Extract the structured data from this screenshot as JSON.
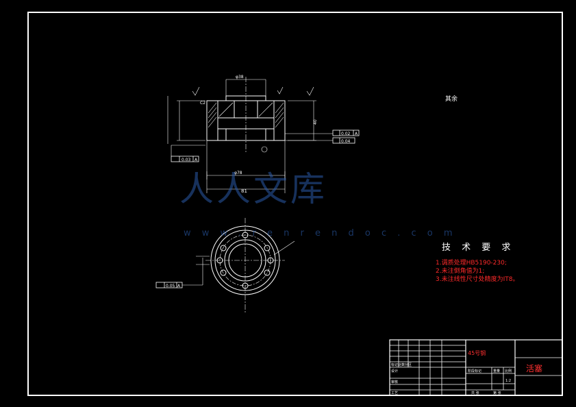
{
  "watermark": {
    "text": "人人文库",
    "url": "w w w . r e n r e n d o c . c o m"
  },
  "surface_note": {
    "text": "其余"
  },
  "requirements": {
    "title": "技 术 要 求",
    "items": [
      "1.调质处理HB5190-230;",
      "2.未注倒角值为1;",
      "3.未注线性尺寸处精度为IT8。"
    ]
  },
  "title_block": {
    "material": "45号钢",
    "part_name": "活塞",
    "headers": [
      "阶段标记",
      "重量",
      "比例"
    ],
    "scale": "1:2",
    "bottom_labels": [
      "共 张",
      "第 张"
    ],
    "left_rows": [
      "标记处数分区",
      "设计",
      "审核",
      "工艺"
    ]
  },
  "annotations": {
    "tol_a": "0.03",
    "tol_b": "0.05",
    "tol_c": "0.02",
    "tol_d": "0.04",
    "datum": "A",
    "dim_length": "81",
    "dim_top": "φ38",
    "dim_outer": "φ78",
    "dim_height": "40",
    "dim_chamfer": "C2"
  },
  "colors": {
    "background": "#000000",
    "lines": "#ffffff",
    "highlight": "#ff2a2a",
    "watermark": "#2a5aa8"
  }
}
